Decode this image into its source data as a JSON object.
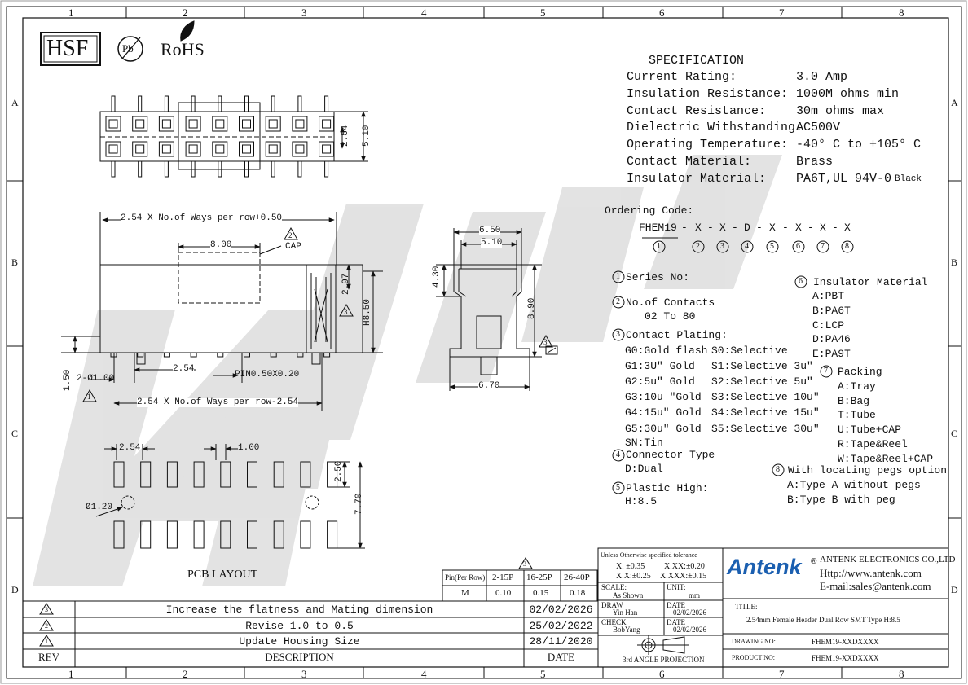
{
  "frame": {
    "col_numbers": [
      "1",
      "2",
      "3",
      "4",
      "5",
      "6",
      "7",
      "8"
    ],
    "row_letters": [
      "A",
      "B",
      "C",
      "D"
    ]
  },
  "compliance": {
    "hsf": "HSF",
    "pb": "Pb",
    "rohs": "RoHS"
  },
  "specification": {
    "title": "SPECIFICATION",
    "rows": [
      {
        "label": "Current Rating:",
        "value": "3.0 Amp"
      },
      {
        "label": "Insulation Resistance:",
        "value": "1000M ohms min"
      },
      {
        "label": "Contact Resistance:",
        "value": "30m ohms max"
      },
      {
        "label": "Dielectric Withstanding:",
        "value": "AC500V"
      },
      {
        "label": "Operating Temperature:",
        "value": "-40° C  to  +105° C"
      },
      {
        "label": "Contact Material:",
        "value": "Brass"
      },
      {
        "label": "Insulator Material:",
        "value": "PA6T,UL 94V-0",
        "suffix": "Black"
      }
    ]
  },
  "ordering": {
    "label": "Ordering Code:",
    "code_parts": [
      "FHEM19",
      "-",
      "X",
      "-",
      "X",
      "-",
      "D",
      "-",
      "X",
      "-",
      "X",
      "-",
      "X",
      "-",
      "X"
    ],
    "markers": [
      "1",
      "2",
      "3",
      "4",
      "5",
      "6",
      "7",
      "8"
    ],
    "series": {
      "num": "1",
      "title": "Series No:"
    },
    "contacts": {
      "num": "2",
      "title": "No.of Contacts",
      "value": "02 To 80"
    },
    "plating": {
      "num": "3",
      "title": "Contact Plating:",
      "left": [
        "G0:Gold flash",
        "G1:3U\" Gold",
        "G2:5u\" Gold",
        "G3:10u \"Gold",
        "G4:15u\" Gold",
        "G5:30u\" Gold",
        "SN:Tin"
      ],
      "right": [
        "S0:Selective",
        "S1:Selective 3u\"",
        "S2:Selective 5u\"",
        "S3:Selective 10u\"",
        "S4:Selective 15u\"",
        "S5:Selective 30u\""
      ]
    },
    "connector": {
      "num": "4",
      "title": "Connector Type",
      "value": "D:Dual"
    },
    "plastic": {
      "num": "5",
      "title": "Plastic High:",
      "value": "H:8.5"
    },
    "insulator": {
      "num": "6",
      "title": "Insulator Material",
      "items": [
        "A:PBT",
        "B:PA6T",
        "C:LCP",
        "D:PA46",
        "E:PA9T"
      ]
    },
    "packing": {
      "num": "7",
      "title": "Packing",
      "items": [
        "A:Tray",
        "B:Bag",
        "T:Tube",
        "U:Tube+CAP",
        "R:Tape&Reel",
        "W:Tape&Reel+CAP"
      ]
    },
    "pegs": {
      "num": "8",
      "title": "With locating pegs option",
      "items": [
        "A:Type A without pegs",
        "B:Type B with peg"
      ]
    }
  },
  "dimensions": {
    "top_254": "2.54",
    "top_510": "5.10",
    "overall_width": "2.54 X No.of Ways per row+0.50",
    "cap_width": "8.00",
    "cap_label": "CAP",
    "h_297": "2.97",
    "h_850": "H8.50",
    "d_150": "1.50",
    "d_2phi": "2-Ø1.00",
    "pitch_254": "2.54",
    "pin_size": "PIN0.50X0.20",
    "peg_span": "2.54 X No.of Ways per row-2.54",
    "rev_marks": [
      "3",
      "2",
      "1"
    ],
    "side_650": "6.50",
    "side_510": "5.10",
    "side_430": "4.30",
    "side_890": "8.90",
    "side_670": "6.70",
    "pcb_254": "2.54",
    "pcb_100": "1.00",
    "pcb_250": "2.50",
    "pcb_770": "7.70",
    "pcb_phi": "Ø1.20",
    "pcb_title": "PCB LAYOUT"
  },
  "flatness": {
    "header": [
      "Pin(Per Row)",
      "2-15P",
      "16-25P",
      "26-40P"
    ],
    "row": [
      "M",
      "0.10",
      "0.15",
      "0.18"
    ]
  },
  "revisions": {
    "rows": [
      {
        "rev": "3",
        "desc": "Increase the flatness and Mating dimension",
        "date": "02/02/2026"
      },
      {
        "rev": "2",
        "desc": "Revise 1.0 to 0.5",
        "date": "25/02/2022"
      },
      {
        "rev": "1",
        "desc": "Update Housing Size",
        "date": "28/11/2020"
      }
    ],
    "head": {
      "rev": "REV",
      "desc": "DESCRIPTION",
      "date": "DATE"
    }
  },
  "title_block": {
    "tol_title": "Unless Otherwise specified tolerance",
    "tol_1": "X. ±0.35",
    "tol_2": "X.XX:±0.20",
    "tol_3": "X.X:±0.25",
    "tol_4": "X.XXX:±0.15",
    "scale_label": "SCALE:",
    "scale_value": "As Shown",
    "unit_label": "UNIT:",
    "unit_value": "mm",
    "draw_label": "DRAW",
    "draw_name": "Yin Han",
    "draw_date_label": "DATE",
    "draw_date": "02/02/2026",
    "check_label": "CHECK",
    "check_name": "BobYang",
    "check_date_label": "DATE",
    "check_date": "02/02/2026",
    "projection": "3rd ANGLE PROJECTION",
    "company_logo": "Antenk",
    "registered": "®",
    "company_name": "ANTENK ELECTRONICS CO.,LTD",
    "website": "Http://www.antenk.com",
    "email": "E-mail:sales@antenk.com",
    "title_label": "TITLE:",
    "title_value": "2.54mm Female Header Dual  Row SMT Type H:8.5",
    "drawing_no_label": "DRAWING NO:",
    "drawing_no": "FHEM19-XXDXXXX",
    "product_no_label": "PRODUCT NO:",
    "product_no": "FHEM19-XXDXXXX"
  },
  "watermark": "Antenk"
}
